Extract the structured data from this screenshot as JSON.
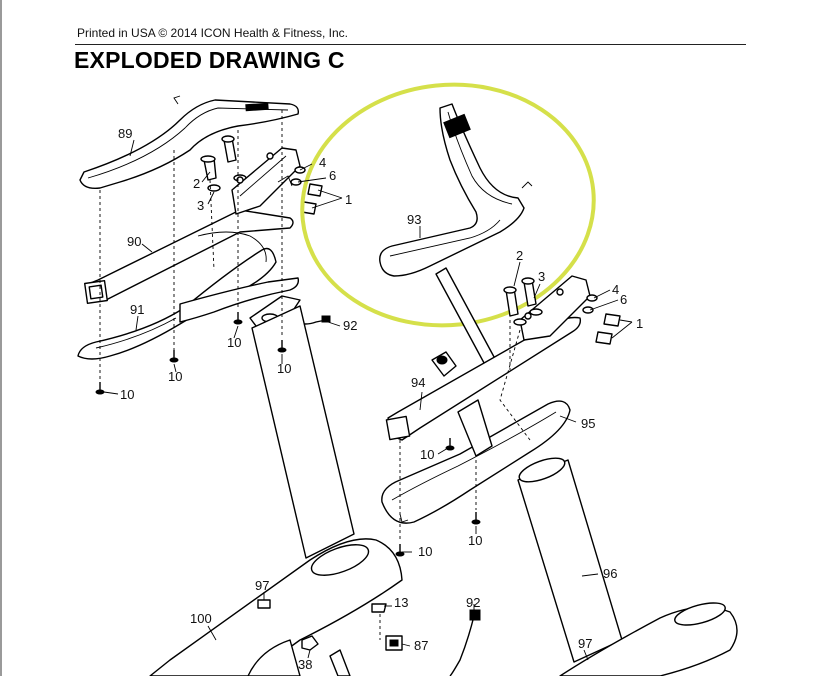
{
  "header": {
    "print_note": "Printed in USA © 2014 ICON Health & Fitness, Inc.",
    "title": "EXPLODED DRAWING C"
  },
  "colors": {
    "highlight_ellipse": "#d5e04a",
    "line_art": "#000000"
  },
  "callouts": [
    {
      "id": "89",
      "text": "89"
    },
    {
      "id": "2a",
      "text": "2"
    },
    {
      "id": "3a",
      "text": "3"
    },
    {
      "id": "4a",
      "text": "4"
    },
    {
      "id": "6a",
      "text": "6"
    },
    {
      "id": "1a",
      "text": "1"
    },
    {
      "id": "90",
      "text": "90"
    },
    {
      "id": "91",
      "text": "91"
    },
    {
      "id": "92a",
      "text": "92"
    },
    {
      "id": "10a",
      "text": "10"
    },
    {
      "id": "10b",
      "text": "10"
    },
    {
      "id": "10c",
      "text": "10"
    },
    {
      "id": "10d",
      "text": "10"
    },
    {
      "id": "93",
      "text": "93"
    },
    {
      "id": "2b",
      "text": "2"
    },
    {
      "id": "3b",
      "text": "3"
    },
    {
      "id": "4b",
      "text": "4"
    },
    {
      "id": "6b",
      "text": "6"
    },
    {
      "id": "1b",
      "text": "1"
    },
    {
      "id": "94",
      "text": "94"
    },
    {
      "id": "95",
      "text": "95"
    },
    {
      "id": "10e",
      "text": "10"
    },
    {
      "id": "10f",
      "text": "10"
    },
    {
      "id": "10g",
      "text": "10"
    },
    {
      "id": "96",
      "text": "96"
    },
    {
      "id": "97a",
      "text": "97"
    },
    {
      "id": "97b",
      "text": "97"
    },
    {
      "id": "100",
      "text": "100"
    },
    {
      "id": "13",
      "text": "13"
    },
    {
      "id": "92b",
      "text": "92"
    },
    {
      "id": "87",
      "text": "87"
    },
    {
      "id": "38",
      "text": "38"
    }
  ]
}
